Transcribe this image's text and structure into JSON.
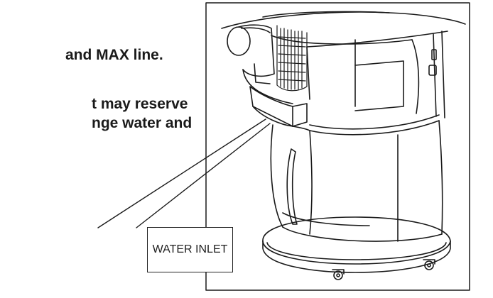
{
  "document": {
    "lines": [
      "and MAX line.",
      "t may reserve",
      "nge water and"
    ],
    "callout_label": "WATER INLET"
  }
}
